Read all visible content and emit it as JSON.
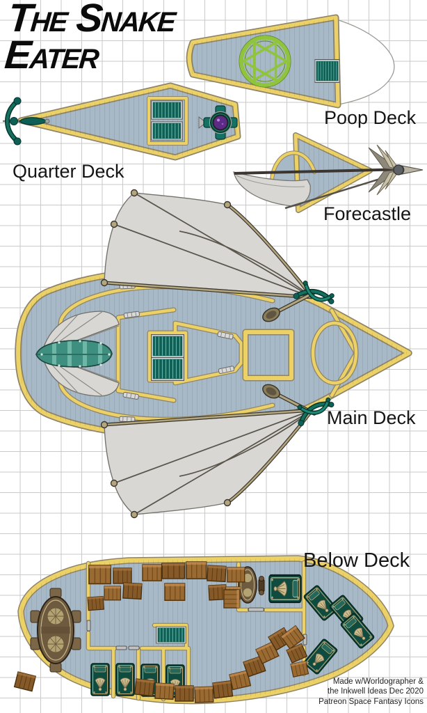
{
  "page": {
    "title_line1": "The Snake",
    "title_line2": "Eater"
  },
  "decks": [
    {
      "id": "poop-deck",
      "label": "Poop Deck",
      "features": [
        "magic-circle",
        "companionway-stairs",
        "hull-nose-outline"
      ]
    },
    {
      "id": "quarter-deck",
      "label": "Quarter Deck",
      "features": [
        "stern-figurehead",
        "companionway-stairs",
        "companionway-stairs",
        "helm-orb"
      ]
    },
    {
      "id": "forecastle",
      "label": "Forecastle",
      "features": [
        "launch-boat",
        "bowsprit-spar",
        "harpoon-spearhead"
      ]
    },
    {
      "id": "main-deck",
      "label": "Main Deck",
      "features": [
        "bat-wing-sail-top",
        "bat-wing-sail-bottom",
        "fan-sail",
        "ships-boat",
        "inner-railing",
        "railing-pen",
        "railing-gates",
        "companionway-stairs",
        "companionway-stairs",
        "cargo-hatch-grate",
        "bow-ring",
        "serpent-blade-ornament",
        "serpent-blade-ornament",
        "yardarm",
        "yardarm"
      ]
    },
    {
      "id": "below-deck",
      "label": "Below Deck",
      "features": [
        "banquet-table",
        "dining-chairs",
        "cabin-beds",
        "bow-beds",
        "cargo-crates",
        "stairs",
        "oval-table",
        "pedestal",
        "cabin-walls",
        "doors"
      ]
    }
  ],
  "credits": {
    "line1": "Made w/Worldographer &",
    "line2": "the Inkwell Ideas Dec 2020",
    "line3": "Patreon Space Fantasy Icons"
  },
  "colors": {
    "background": "#ffffff",
    "grid-line": "#c9c9c9",
    "deck-fill": "#a7b9c6",
    "hull-gold": "#ecd166",
    "hull-edge": "#8f8468",
    "teal-dark": "#0e6057",
    "teal-light": "#63b0a0",
    "sail-gray": "#d8d7d4",
    "spar-tan": "#b3a67f",
    "green-ring": "#8fc43c",
    "crate-brown": "#9a6a33",
    "bed-green": "#0f4b3e",
    "shell-beige": "#cdbd8f",
    "orb-purple": "#5c2b85",
    "ink": "#111111"
  }
}
